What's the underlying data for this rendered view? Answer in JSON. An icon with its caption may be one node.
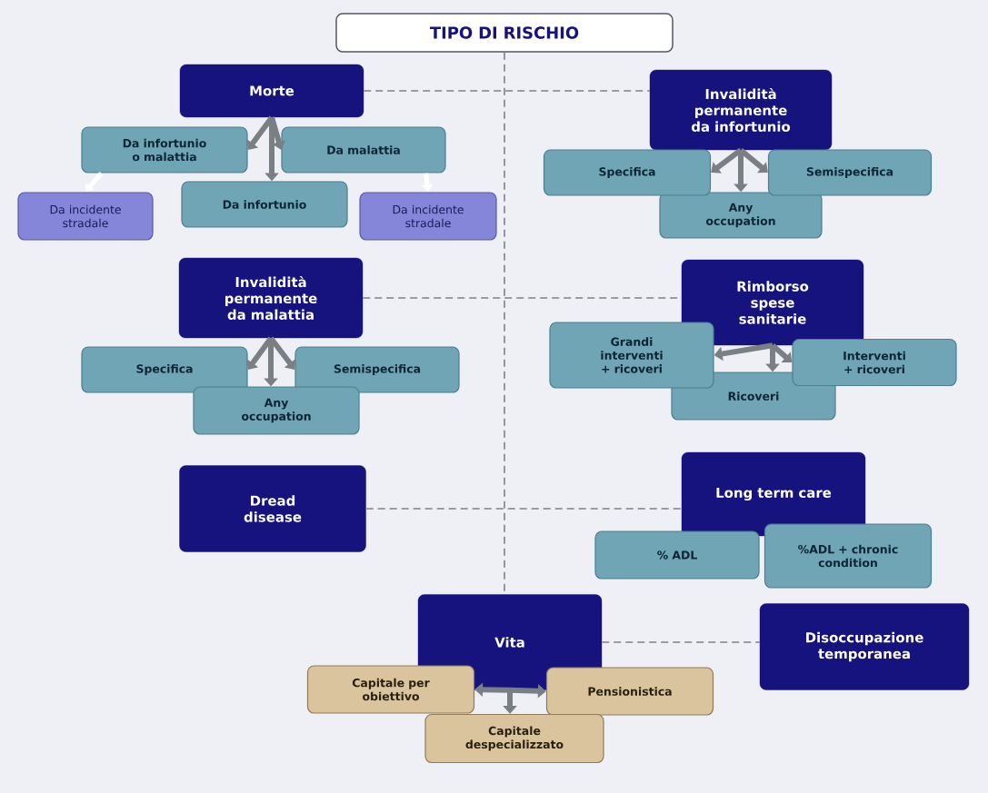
{
  "diagram": {
    "nodes": [
      {
        "text": [
          "TIPO DI RISCHIO"
        ]
      },
      {
        "text": [
          "Morte"
        ]
      },
      {
        "text": [
          "Da infortunio o malattia"
        ]
      },
      {
        "text": [
          "Da malattia"
        ]
      },
      {
        "text": [
          "Da infortunio"
        ]
      },
      {
        "text": [
          "Da incidente stradale"
        ]
      },
      {
        "text": [
          "Da incidente stradale"
        ]
      },
      {
        "text": [
          "Invalidità permanente da infortunio"
        ]
      },
      {
        "text": [
          "Specifica"
        ]
      },
      {
        "text": [
          "Semispecifica"
        ]
      },
      {
        "text": [
          "Any occupation"
        ]
      },
      {
        "text": [
          "Invalidità permanente da malattia"
        ]
      },
      {
        "text": [
          "Specifica"
        ]
      },
      {
        "text": [
          "Semispecifica"
        ]
      },
      {
        "text": [
          "Any occupation"
        ]
      },
      {
        "text": [
          "Rimborso spese sanitarie"
        ]
      },
      {
        "text": [
          "Grandi interventi + ricoveri"
        ]
      },
      {
        "text": [
          "Interventi + ricoveri"
        ]
      },
      {
        "text": [
          "Ricoveri"
        ]
      },
      {
        "text": [
          "Dread disease"
        ]
      },
      {
        "text": [
          "Long term care"
        ]
      },
      {
        "text": [
          "% ADL"
        ]
      },
      {
        "text": [
          "%ADL + chronic condition"
        ]
      },
      {
        "text": [
          "Vita"
        ]
      },
      {
        "text": [
          "Capitale per obiettivo"
        ]
      },
      {
        "text": [
          "Pensionistica"
        ]
      },
      {
        "text": [
          "Capitale despecializzato"
        ]
      },
      {
        "text": [
          "Disoccupazione temporanea"
        ]
      }
    ],
    "edges": [
      {
        "from": 0,
        "to": 23,
        "arrow": "none",
        "style": "dashed"
      },
      {
        "from": 1,
        "to": 7,
        "arrow": "none",
        "style": "dashed"
      },
      {
        "from": 11,
        "to": 15,
        "arrow": "none",
        "style": "dashed"
      },
      {
        "from": 19,
        "to": 20,
        "arrow": "none",
        "style": "dashed"
      },
      {
        "from": 23,
        "to": 27,
        "arrow": "none",
        "style": "dashed"
      },
      {
        "from": 1,
        "to": 2,
        "arrow": "to"
      },
      {
        "from": 1,
        "to": 3,
        "arrow": "to"
      },
      {
        "from": 1,
        "to": 4,
        "arrow": "to"
      },
      {
        "from": 2,
        "to": 5,
        "arrow": "to",
        "color": "#ffffff"
      },
      {
        "from": 3,
        "to": 6,
        "arrow": "to",
        "color": "#ffffff"
      },
      {
        "from": 7,
        "to": 8,
        "arrow": "to"
      },
      {
        "from": 7,
        "to": 9,
        "arrow": "to"
      },
      {
        "from": 7,
        "to": 10,
        "arrow": "to"
      },
      {
        "from": 11,
        "to": 12,
        "arrow": "to"
      },
      {
        "from": 11,
        "to": 13,
        "arrow": "to"
      },
      {
        "from": 11,
        "to": 14,
        "arrow": "to"
      },
      {
        "from": 15,
        "to": 16,
        "arrow": "to"
      },
      {
        "from": 15,
        "to": 17,
        "arrow": "to"
      },
      {
        "from": 15,
        "to": 18,
        "arrow": "to"
      },
      {
        "from": 23,
        "to": 24,
        "arrow": "to"
      },
      {
        "from": 23,
        "to": 25,
        "arrow": "to"
      },
      {
        "from": 23,
        "to": 26,
        "arrow": "to"
      }
    ]
  }
}
